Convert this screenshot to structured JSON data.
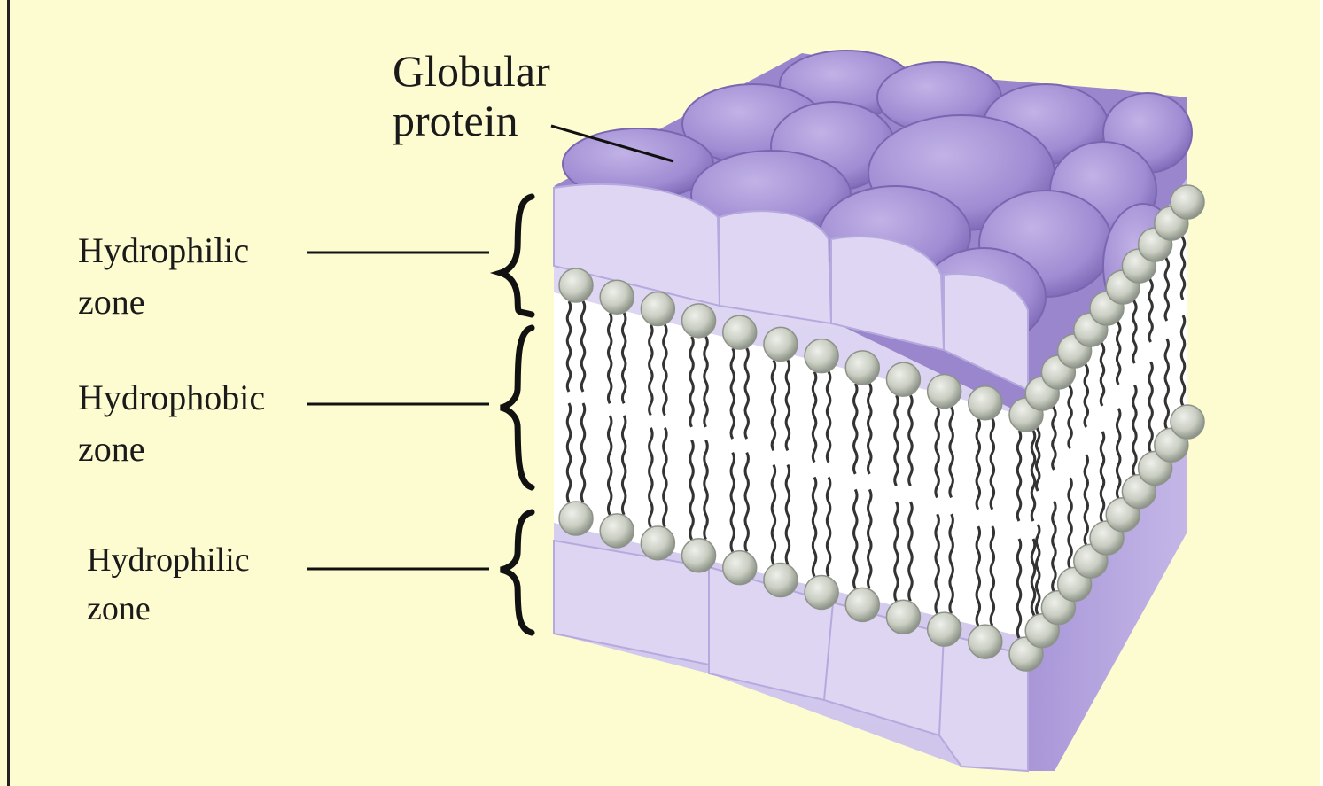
{
  "labels": {
    "globular_protein": [
      "Globular",
      "protein"
    ],
    "hydrophilic_top": [
      "Hydrophilic",
      "zone"
    ],
    "hydrophobic": [
      "Hydrophobic",
      "zone"
    ],
    "hydrophilic_bottom": [
      "Hydrophilic",
      "zone"
    ]
  },
  "colors": {
    "background": "#fdfbd0",
    "protein_top": "#9c87cc",
    "protein_side": "#d9d1f0",
    "protein_right": "#b8a9e0",
    "phospholipid_head": "#c9cdc2",
    "lipid_tail": "#333333"
  }
}
